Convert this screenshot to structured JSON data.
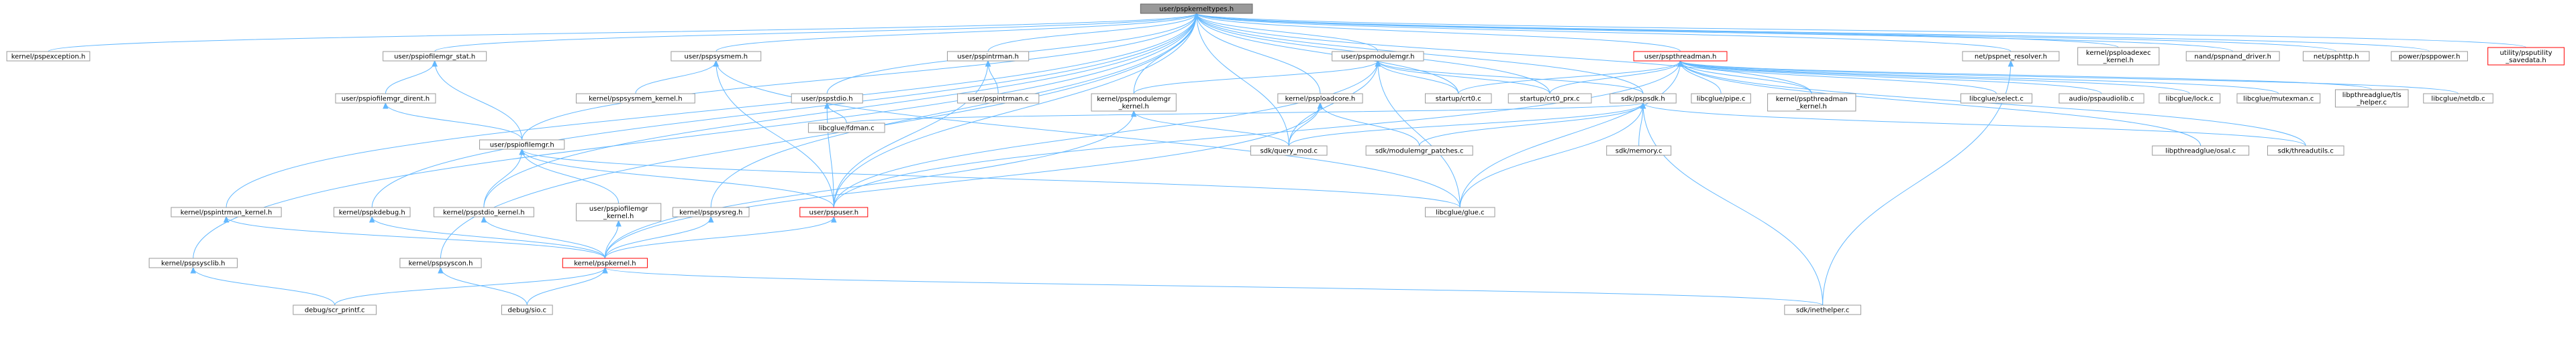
{
  "colors": {
    "edge": "#63b8ff",
    "node_border": "#999999",
    "root_fill": "#999999",
    "highlight_border": "#ff0000",
    "text": "#000000"
  },
  "nodes": [
    {
      "id": "root",
      "label": [
        "user/pspkerneltypes.h"
      ],
      "style": "root"
    },
    {
      "id": "pspexception",
      "label": [
        "kernel/pspexception.h"
      ]
    },
    {
      "id": "iofilemgr_stat",
      "label": [
        "user/pspiofilemgr_stat.h"
      ]
    },
    {
      "id": "iofilemgr_dirent",
      "label": [
        "user/pspiofilemgr_dirent.h"
      ]
    },
    {
      "id": "iofilemgr",
      "label": [
        "user/pspiofilemgr.h"
      ]
    },
    {
      "id": "pspsysmem",
      "label": [
        "user/pspsysmem.h"
      ]
    },
    {
      "id": "pspsysmem_kernel",
      "label": [
        "kernel/pspsysmem_kernel.h"
      ]
    },
    {
      "id": "pspintrman",
      "label": [
        "user/pspintrman.h"
      ]
    },
    {
      "id": "pspintrman_c",
      "label": [
        "user/pspintrman.c"
      ]
    },
    {
      "id": "pspstdio",
      "label": [
        "user/pspstdio.h"
      ]
    },
    {
      "id": "fdman",
      "label": [
        "libcglue/fdman.c"
      ]
    },
    {
      "id": "modulemgr",
      "label": [
        "user/pspmodulemgr.h"
      ]
    },
    {
      "id": "modulemgr_kernel",
      "label": [
        "kernel/pspmodulemgr",
        "_kernel.h"
      ]
    },
    {
      "id": "loadcore",
      "label": [
        "kernel/psploadcore.h"
      ]
    },
    {
      "id": "crt0",
      "label": [
        "startup/crt0.c"
      ]
    },
    {
      "id": "crt0_prx",
      "label": [
        "startup/crt0_prx.c"
      ]
    },
    {
      "id": "query_mod",
      "label": [
        "sdk/query_mod.c"
      ]
    },
    {
      "id": "modulemgr_patches",
      "label": [
        "sdk/modulemgr_patches.c"
      ]
    },
    {
      "id": "threadman",
      "label": [
        "user/pspthreadman.h"
      ],
      "style": "red"
    },
    {
      "id": "psputils",
      "label": [
        "sdk/pspsdk.h"
      ]
    },
    {
      "id": "pipe",
      "label": [
        "libcglue/pipe.c"
      ]
    },
    {
      "id": "threadman_kernel",
      "label": [
        "kernel/pspthreadman",
        "_kernel.h"
      ]
    },
    {
      "id": "memory",
      "label": [
        "sdk/memory.c"
      ]
    },
    {
      "id": "select",
      "label": [
        "libcglue/select.c"
      ]
    },
    {
      "id": "pspaudiolib",
      "label": [
        "audio/pspaudiolib.c"
      ]
    },
    {
      "id": "lock",
      "label": [
        "libcglue/lock.c"
      ]
    },
    {
      "id": "mutexman",
      "label": [
        "libcglue/mutexman.c"
      ]
    },
    {
      "id": "tls_helper",
      "label": [
        "libpthreadglue/tls",
        "_helper.c"
      ]
    },
    {
      "id": "netdb",
      "label": [
        "libcglue/netdb.c"
      ]
    },
    {
      "id": "osal",
      "label": [
        "libpthreadglue/osal.c"
      ]
    },
    {
      "id": "threadutils",
      "label": [
        "sdk/threadutils.c"
      ]
    },
    {
      "id": "net_resolver",
      "label": [
        "net/pspnet_resolver.h"
      ]
    },
    {
      "id": "loadexec_kernel",
      "label": [
        "kernel/psploadexec",
        "_kernel.h"
      ]
    },
    {
      "id": "nand_driver",
      "label": [
        "nand/pspnand_driver.h"
      ]
    },
    {
      "id": "psphttp",
      "label": [
        "net/psphttp.h"
      ]
    },
    {
      "id": "psppower",
      "label": [
        "power/psppower.h"
      ]
    },
    {
      "id": "savedata",
      "label": [
        "utility/psputility",
        "_savedata.h"
      ],
      "style": "red"
    },
    {
      "id": "intrman_kernel",
      "label": [
        "kernel/pspintrman_kernel.h"
      ]
    },
    {
      "id": "kdebug",
      "label": [
        "kernel/pspkdebug.h"
      ]
    },
    {
      "id": "stdio_kernel",
      "label": [
        "kernel/pspstdio_kernel.h"
      ]
    },
    {
      "id": "iofilemgr_kernel",
      "label": [
        "user/pspiofilemgr",
        "_kernel.h"
      ]
    },
    {
      "id": "sysreg",
      "label": [
        "kernel/pspsysreg.h"
      ]
    },
    {
      "id": "pspuser",
      "label": [
        "user/pspuser.h"
      ],
      "style": "red"
    },
    {
      "id": "glue",
      "label": [
        "libcglue/glue.c"
      ]
    },
    {
      "id": "sysclib",
      "label": [
        "kernel/pspsysclib.h"
      ]
    },
    {
      "id": "syscon",
      "label": [
        "kernel/pspsyscon.h"
      ]
    },
    {
      "id": "pspkernel",
      "label": [
        "kernel/pspkernel.h"
      ],
      "style": "red"
    },
    {
      "id": "scr_printf",
      "label": [
        "debug/scr_printf.c"
      ]
    },
    {
      "id": "sio",
      "label": [
        "debug/sio.c"
      ]
    },
    {
      "id": "inethelper",
      "label": [
        "sdk/inethelper.c"
      ]
    }
  ],
  "edges": [
    [
      "pspexception",
      "root"
    ],
    [
      "iofilemgr_stat",
      "root"
    ],
    [
      "iofilemgr",
      "root"
    ],
    [
      "pspsysmem",
      "root"
    ],
    [
      "pspintrman",
      "root"
    ],
    [
      "pspstdio",
      "root"
    ],
    [
      "modulemgr",
      "root"
    ],
    [
      "modulemgr_kernel",
      "root"
    ],
    [
      "loadcore",
      "root"
    ],
    [
      "crt0",
      "root"
    ],
    [
      "crt0_prx",
      "root"
    ],
    [
      "query_mod",
      "root"
    ],
    [
      "threadman",
      "root"
    ],
    [
      "psputils",
      "root"
    ],
    [
      "threadman_kernel",
      "root"
    ],
    [
      "net_resolver",
      "root"
    ],
    [
      "loadexec_kernel",
      "root"
    ],
    [
      "nand_driver",
      "root"
    ],
    [
      "psphttp",
      "root"
    ],
    [
      "psppower",
      "root"
    ],
    [
      "savedata",
      "root"
    ],
    [
      "intrman_kernel",
      "root"
    ],
    [
      "kdebug",
      "root"
    ],
    [
      "stdio_kernel",
      "root"
    ],
    [
      "sysreg",
      "root"
    ],
    [
      "pspuser",
      "root"
    ],
    [
      "sysclib",
      "root"
    ],
    [
      "syscon",
      "root"
    ],
    [
      "iofilemgr_dirent",
      "iofilemgr_stat"
    ],
    [
      "iofilemgr",
      "iofilemgr_stat"
    ],
    [
      "iofilemgr",
      "iofilemgr_dirent"
    ],
    [
      "stdio_kernel",
      "iofilemgr"
    ],
    [
      "iofilemgr_kernel",
      "iofilemgr"
    ],
    [
      "pspuser",
      "iofilemgr"
    ],
    [
      "glue",
      "iofilemgr"
    ],
    [
      "pspsysmem_kernel",
      "pspsysmem"
    ],
    [
      "pspuser",
      "pspsysmem"
    ],
    [
      "glue",
      "pspsysmem"
    ],
    [
      "pspintrman_c",
      "pspintrman"
    ],
    [
      "pspuser",
      "pspintrman"
    ],
    [
      "fdman",
      "pspstdio"
    ],
    [
      "pspuser",
      "pspstdio"
    ],
    [
      "modulemgr_kernel",
      "modulemgr"
    ],
    [
      "crt0",
      "modulemgr"
    ],
    [
      "crt0_prx",
      "modulemgr"
    ],
    [
      "query_mod",
      "modulemgr"
    ],
    [
      "pspuser",
      "modulemgr"
    ],
    [
      "glue",
      "modulemgr"
    ],
    [
      "psputils",
      "modulemgr"
    ],
    [
      "query_mod",
      "modulemgr_kernel"
    ],
    [
      "pspkernel",
      "modulemgr_kernel"
    ],
    [
      "query_mod",
      "loadcore"
    ],
    [
      "modulemgr_patches",
      "loadcore"
    ],
    [
      "pspkernel",
      "loadcore"
    ],
    [
      "crt0",
      "threadman"
    ],
    [
      "crt0_prx",
      "threadman"
    ],
    [
      "pipe",
      "threadman"
    ],
    [
      "threadman_kernel",
      "threadman"
    ],
    [
      "select",
      "threadman"
    ],
    [
      "pspaudiolib",
      "threadman"
    ],
    [
      "lock",
      "threadman"
    ],
    [
      "mutexman",
      "threadman"
    ],
    [
      "tls_helper",
      "threadman"
    ],
    [
      "netdb",
      "threadman"
    ],
    [
      "osal",
      "threadman"
    ],
    [
      "threadutils",
      "threadman"
    ],
    [
      "pspuser",
      "threadman"
    ],
    [
      "glue",
      "threadman"
    ],
    [
      "fdman",
      "psputils"
    ],
    [
      "query_mod",
      "psputils"
    ],
    [
      "modulemgr_patches",
      "psputils"
    ],
    [
      "memory",
      "psputils"
    ],
    [
      "threadutils",
      "psputils"
    ],
    [
      "glue",
      "psputils"
    ],
    [
      "inethelper",
      "psputils"
    ],
    [
      "inethelper",
      "net_resolver"
    ],
    [
      "pspkernel",
      "intrman_kernel"
    ],
    [
      "pspkernel",
      "kdebug"
    ],
    [
      "pspkernel",
      "stdio_kernel"
    ],
    [
      "pspkernel",
      "iofilemgr_kernel"
    ],
    [
      "pspkernel",
      "sysreg"
    ],
    [
      "pspkernel",
      "pspuser"
    ],
    [
      "scr_printf",
      "sysclib"
    ],
    [
      "sio",
      "syscon"
    ],
    [
      "scr_printf",
      "pspkernel"
    ],
    [
      "sio",
      "pspkernel"
    ],
    [
      "inethelper",
      "pspkernel"
    ]
  ]
}
